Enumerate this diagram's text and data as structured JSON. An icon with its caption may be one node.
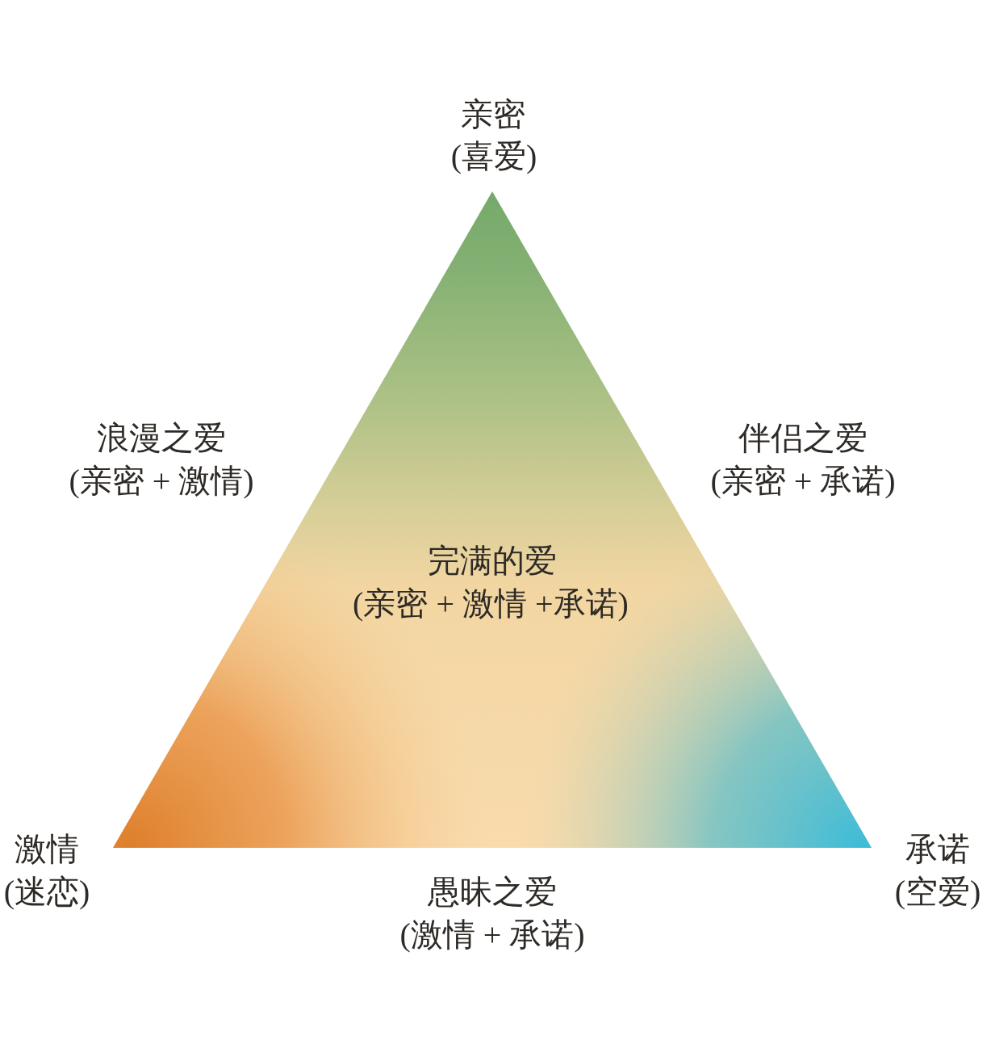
{
  "diagram": {
    "nodes": [
      {
        "text": [
          "完满的爱",
          "(亲密 + 激情 +承诺)"
        ]
      }
    ],
    "labels": [
      "亲密",
      "(喜爱)",
      "浪漫之爱",
      "(亲密 + 激情)",
      "伴侣之爱",
      "(亲密 + 承诺)",
      "激情",
      "(迷恋)",
      "承诺",
      "(空爱)",
      "愚昧之爱",
      "(激情 + 承诺)"
    ]
  }
}
